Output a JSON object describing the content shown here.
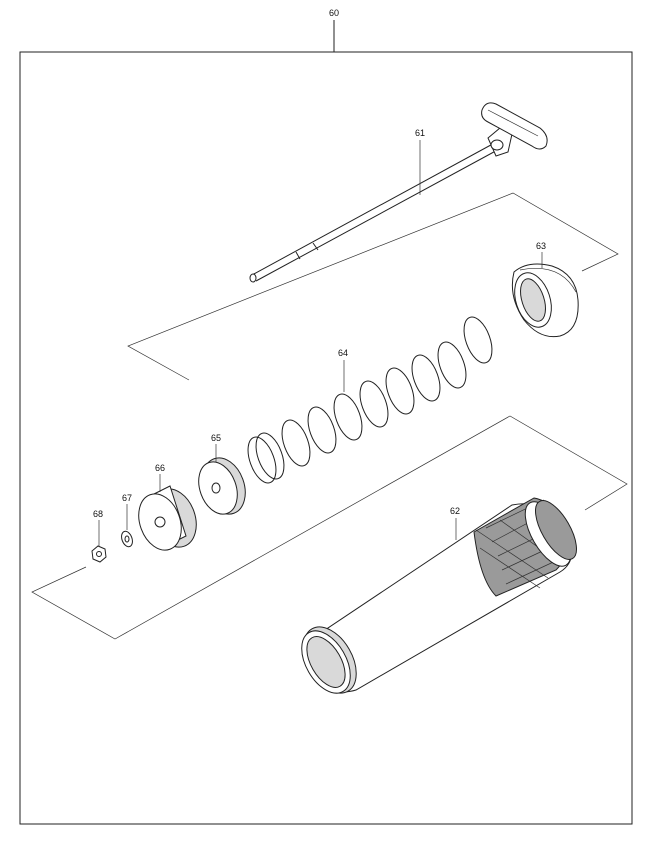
{
  "callouts": {
    "assembly": "60",
    "rod": "61",
    "barrel": "62",
    "end_cap": "63",
    "spring": "64",
    "cup_washer": "65",
    "piston": "66",
    "washer": "67",
    "nut": "68"
  },
  "colors": {
    "line": "#222222",
    "knurl": "#9a9a9a",
    "shade": "#d9d9d9",
    "background": "#ffffff"
  }
}
